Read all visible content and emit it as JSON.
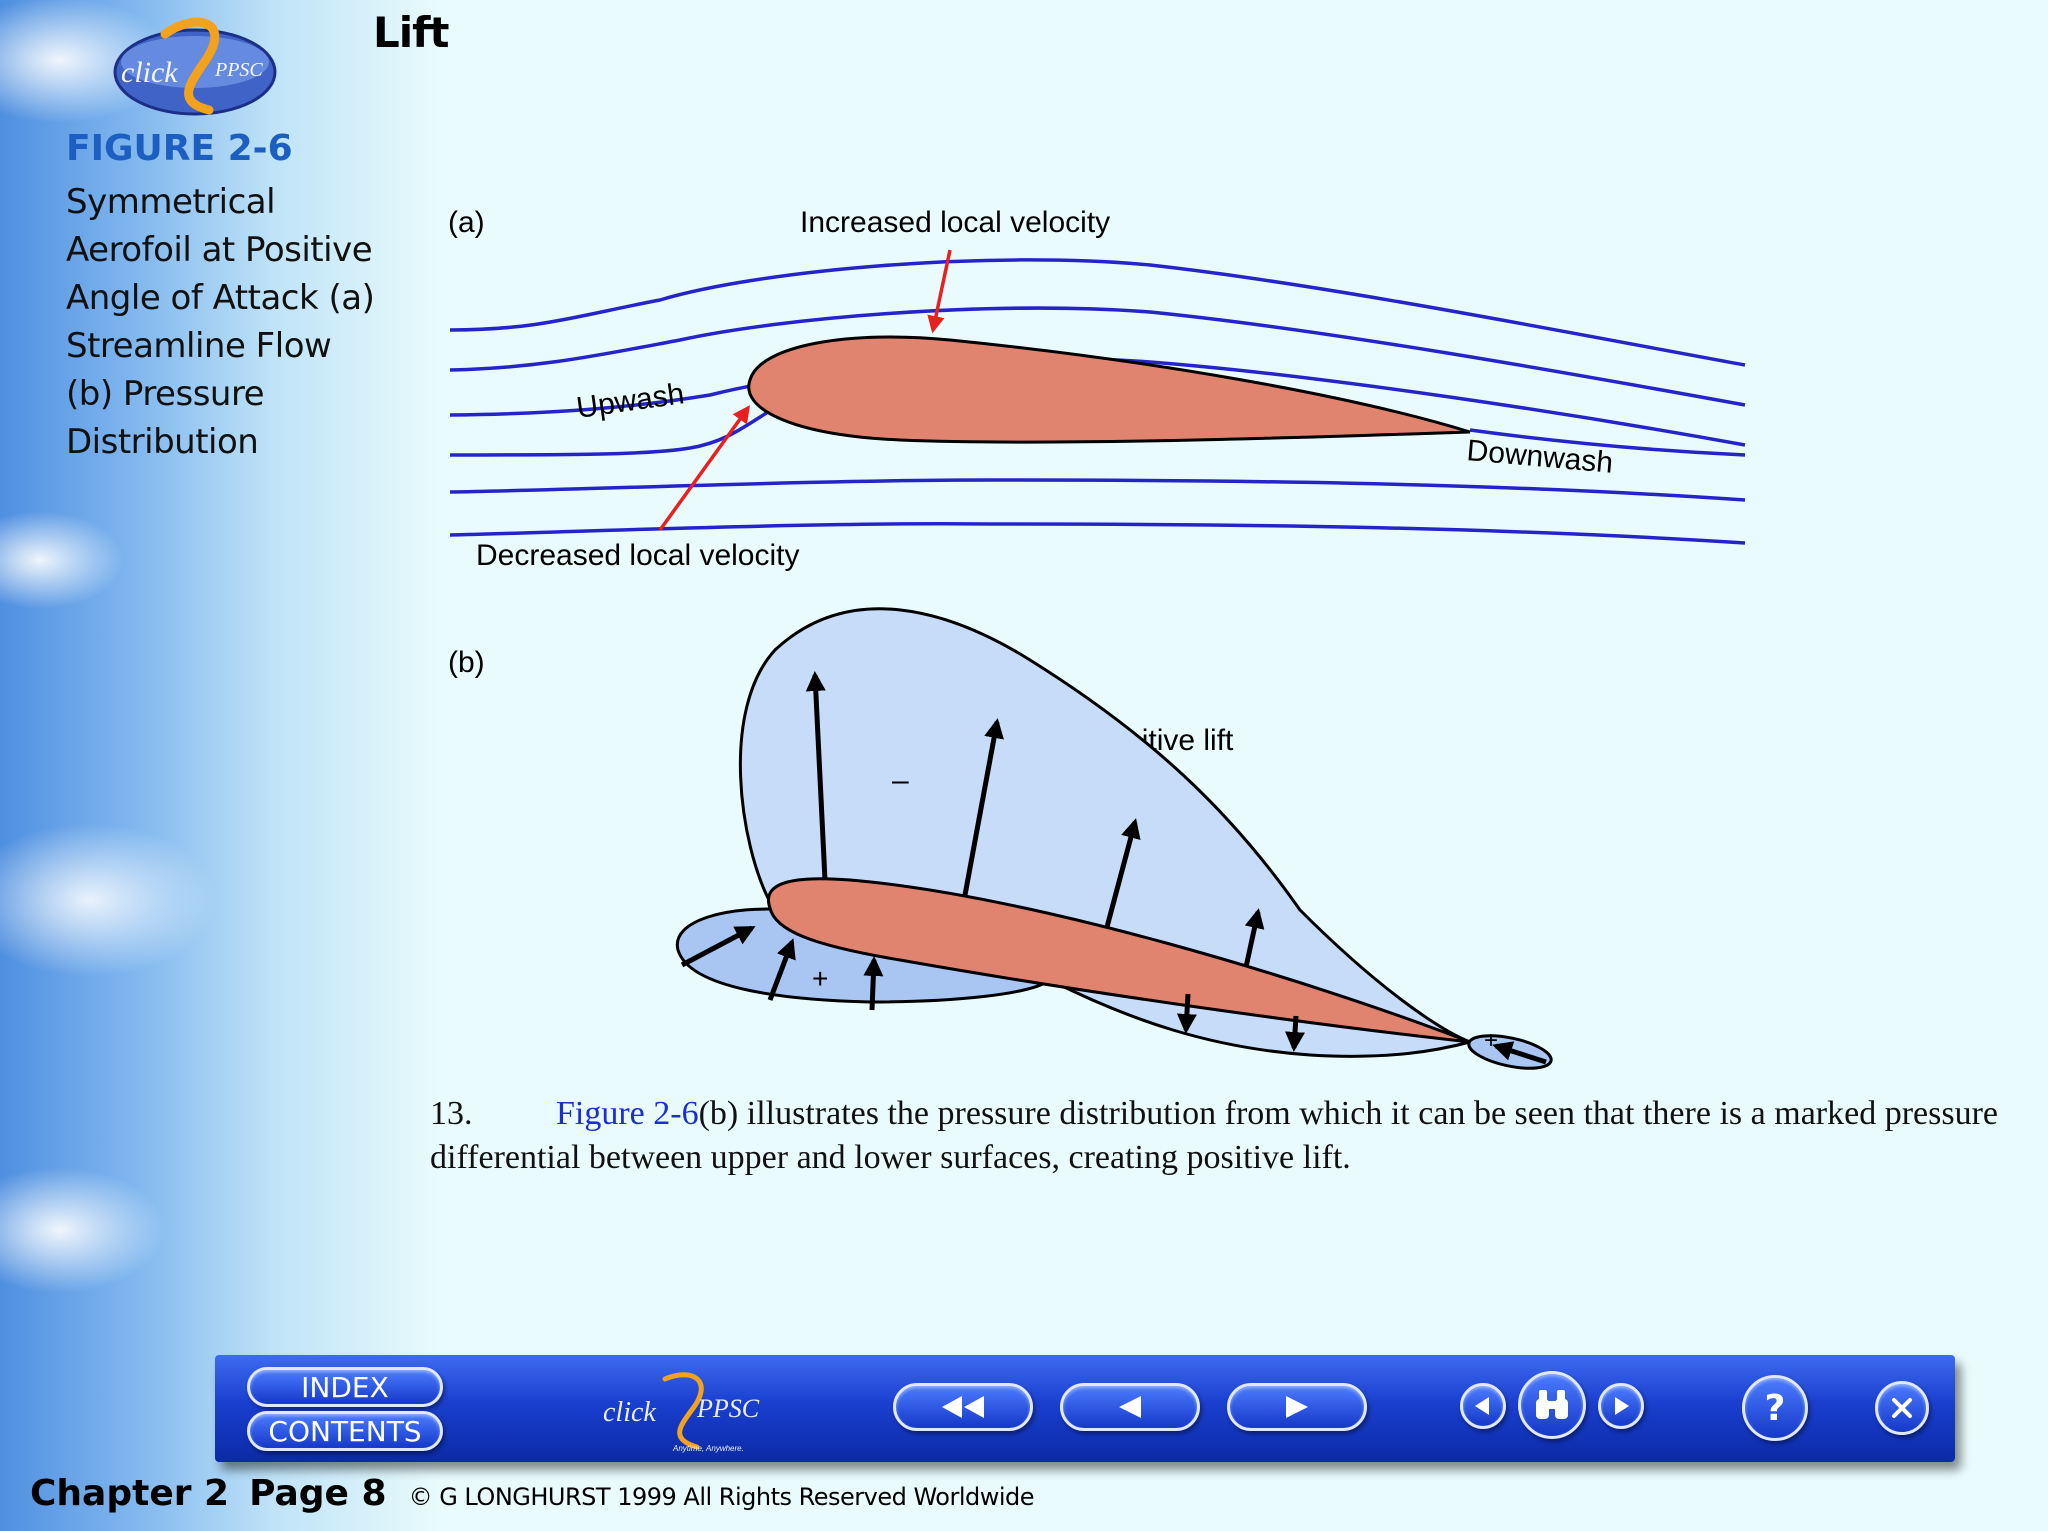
{
  "header": {
    "logo_text_left": "click",
    "logo_text_right": "PPSC",
    "title": "Lift"
  },
  "figure": {
    "label": "FIGURE 2-6",
    "caption_lines": [
      "Symmetrical",
      "Aerofoil at Positive",
      "Angle of Attack (a)",
      "Streamline Flow",
      "(b) Pressure",
      "Distribution"
    ]
  },
  "diagram": {
    "panel_a_label": "(a)",
    "increased_velocity": "Increased local velocity",
    "upwash": "Upwash",
    "downwash": "Downwash",
    "decreased_velocity": "Decreased local velocity",
    "panel_b_label": "(b)",
    "positive_lift": "Positive lift",
    "minus_sign": "–",
    "plus_sign_lower": "+",
    "plus_sign_tail": "+",
    "colors": {
      "streamline": "#2424c8",
      "aerofoil": "#e0836f",
      "velocity_arrow": "#e82020",
      "pressure_upper": "#c7dcf8",
      "pressure_lower": "#a9c6f2"
    }
  },
  "paragraph": {
    "number": "13.",
    "link": "Figure 2-6",
    "text": "(b) illustrates the pressure distribution from which it can be seen that there is a marked pressure differential between upper and lower surfaces, creating positive lift."
  },
  "toolbar": {
    "index_label": "INDEX",
    "contents_label": "CONTENTS",
    "logo_text_left": "click",
    "logo_text_right": "PPSC",
    "logo_tagline": "Anytime, Anywhere.",
    "help_label": "?",
    "icons": {
      "first": "double-left-arrow",
      "prev": "left-arrow",
      "next": "right-arrow",
      "search_prev": "circle-left-arrow",
      "search": "binoculars",
      "search_next": "circle-right-arrow",
      "help": "question-mark",
      "close": "close-x"
    }
  },
  "footer": {
    "chapter": "Chapter 2",
    "page": "Page 8",
    "copyright": "© G LONGHURST  1999  All Rights Reserved Worldwide"
  }
}
